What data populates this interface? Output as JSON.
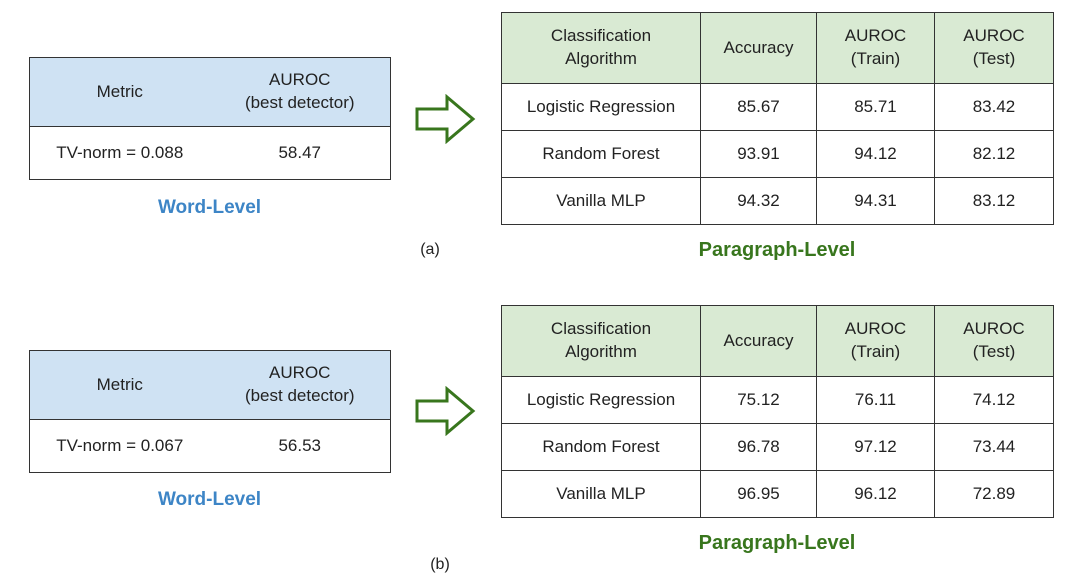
{
  "panels": [
    {
      "label": "(a)",
      "word_table": {
        "headers": [
          "Metric",
          "AUROC\n(best detector)"
        ],
        "row": [
          "TV-norm = 0.088",
          "58.47"
        ]
      },
      "word_caption": "Word-Level",
      "para_table": {
        "headers": [
          "Classification\nAlgorithm",
          "Accuracy",
          "AUROC\n(Train)",
          "AUROC\n(Test)"
        ],
        "rows": [
          [
            "Logistic Regression",
            "85.67",
            "85.71",
            "83.42"
          ],
          [
            "Random Forest",
            "93.91",
            "94.12",
            "82.12"
          ],
          [
            "Vanilla MLP",
            "94.32",
            "94.31",
            "83.12"
          ]
        ]
      },
      "para_caption": "Paragraph-Level"
    },
    {
      "label": "(b)",
      "word_table": {
        "headers": [
          "Metric",
          "AUROC\n(best detector)"
        ],
        "row": [
          "TV-norm = 0.067",
          "56.53"
        ]
      },
      "word_caption": "Word-Level",
      "para_table": {
        "headers": [
          "Classification\nAlgorithm",
          "Accuracy",
          "AUROC\n(Train)",
          "AUROC\n(Test)"
        ],
        "rows": [
          [
            "Logistic Regression",
            "75.12",
            "76.11",
            "74.12"
          ],
          [
            "Random Forest",
            "96.78",
            "97.12",
            "73.44"
          ],
          [
            "Vanilla MLP",
            "96.95",
            "96.12",
            "72.89"
          ]
        ]
      },
      "para_caption": "Paragraph-Level"
    }
  ],
  "colors": {
    "word_header_bg": "#cfe2f3",
    "para_header_bg": "#d9ead3",
    "word_caption": "#3d85c6",
    "para_caption": "#38761d",
    "arrow_stroke": "#38761d"
  },
  "icons": {
    "arrow": "right-arrow-icon"
  }
}
